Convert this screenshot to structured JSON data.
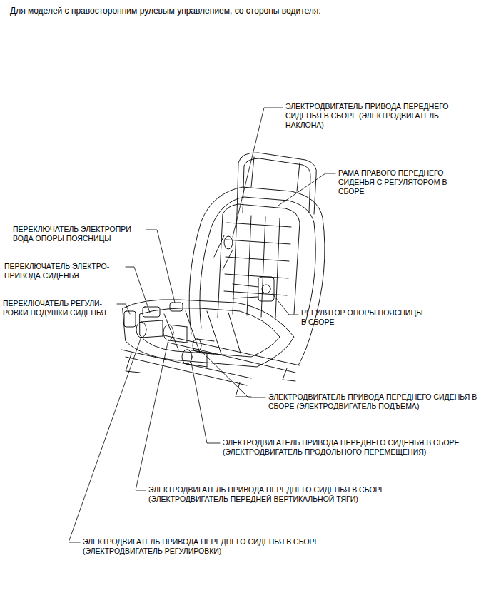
{
  "diagram": {
    "title": "Для моделей с правосторонним рулевым управлением, со стороны водителя:",
    "labels": [
      "ЭЛЕКТРОДВИГАТЕЛЬ ПРИВОДА ПЕРЕДНЕГО СИДЕНЬЯ В СБОРЕ (ЭЛЕКТРОДВИГАТЕЛЬ НАКЛОНА)",
      "РАМА ПРАВОГО ПЕРЕДНЕГО СИДЕНЬЯ С РЕГУЛЯТОРОМ В СБОРЕ",
      "ПЕРЕКЛЮЧАТЕЛЬ ЭЛЕКТРОПРИ- ВОДА ОПОРЫ ПОЯСНИЦЫ",
      "ПЕРЕКЛЮЧАТЕЛЬ ЭЛЕКТРО- ПРИВОДА СИДЕНЬЯ",
      "ПЕРЕКЛЮЧАТЕЛЬ РЕГУЛИ- РОВКИ ПОДУШКИ СИДЕНЬЯ",
      "РЕГУЛЯТОР ОПОРЫ ПОЯСНИЦЫ В СБОРЕ",
      "ЭЛЕКТРОДВИГАТЕЛЬ ПРИВОДА ПЕРЕДНЕГО СИДЕНЬЯ В СБОРЕ (ЭЛЕКТРОДВИГАТЕЛЬ ПОДЪЕМА)",
      "ЭЛЕКТРОДВИГАТЕЛЬ ПРИВОДА ПЕРЕДНЕГО СИДЕНЬЯ В СБОРЕ (ЭЛЕКТРОДВИГАТЕЛЬ ПРОДОЛЬНОГО ПЕРЕМЕЩЕНИЯ)",
      "ЭЛЕКТРОДВИГАТЕЛЬ ПРИВОДА ПЕРЕДНЕГО СИДЕНЬЯ В СБОРЕ (ЭЛЕКТРОДВИГАТЕЛЬ ПЕРЕДНЕЙ ВЕРТИКАЛЬНОЙ ТЯГИ)",
      "ЭЛЕКТРОДВИГАТЕЛЬ ПРИВОДА ПЕРЕДНЕГО СИДЕНЬЯ В СБОРЕ (ЭЛЕКТРОДВИГАТЕЛЬ РЕГУЛИРОВКИ)"
    ]
  }
}
